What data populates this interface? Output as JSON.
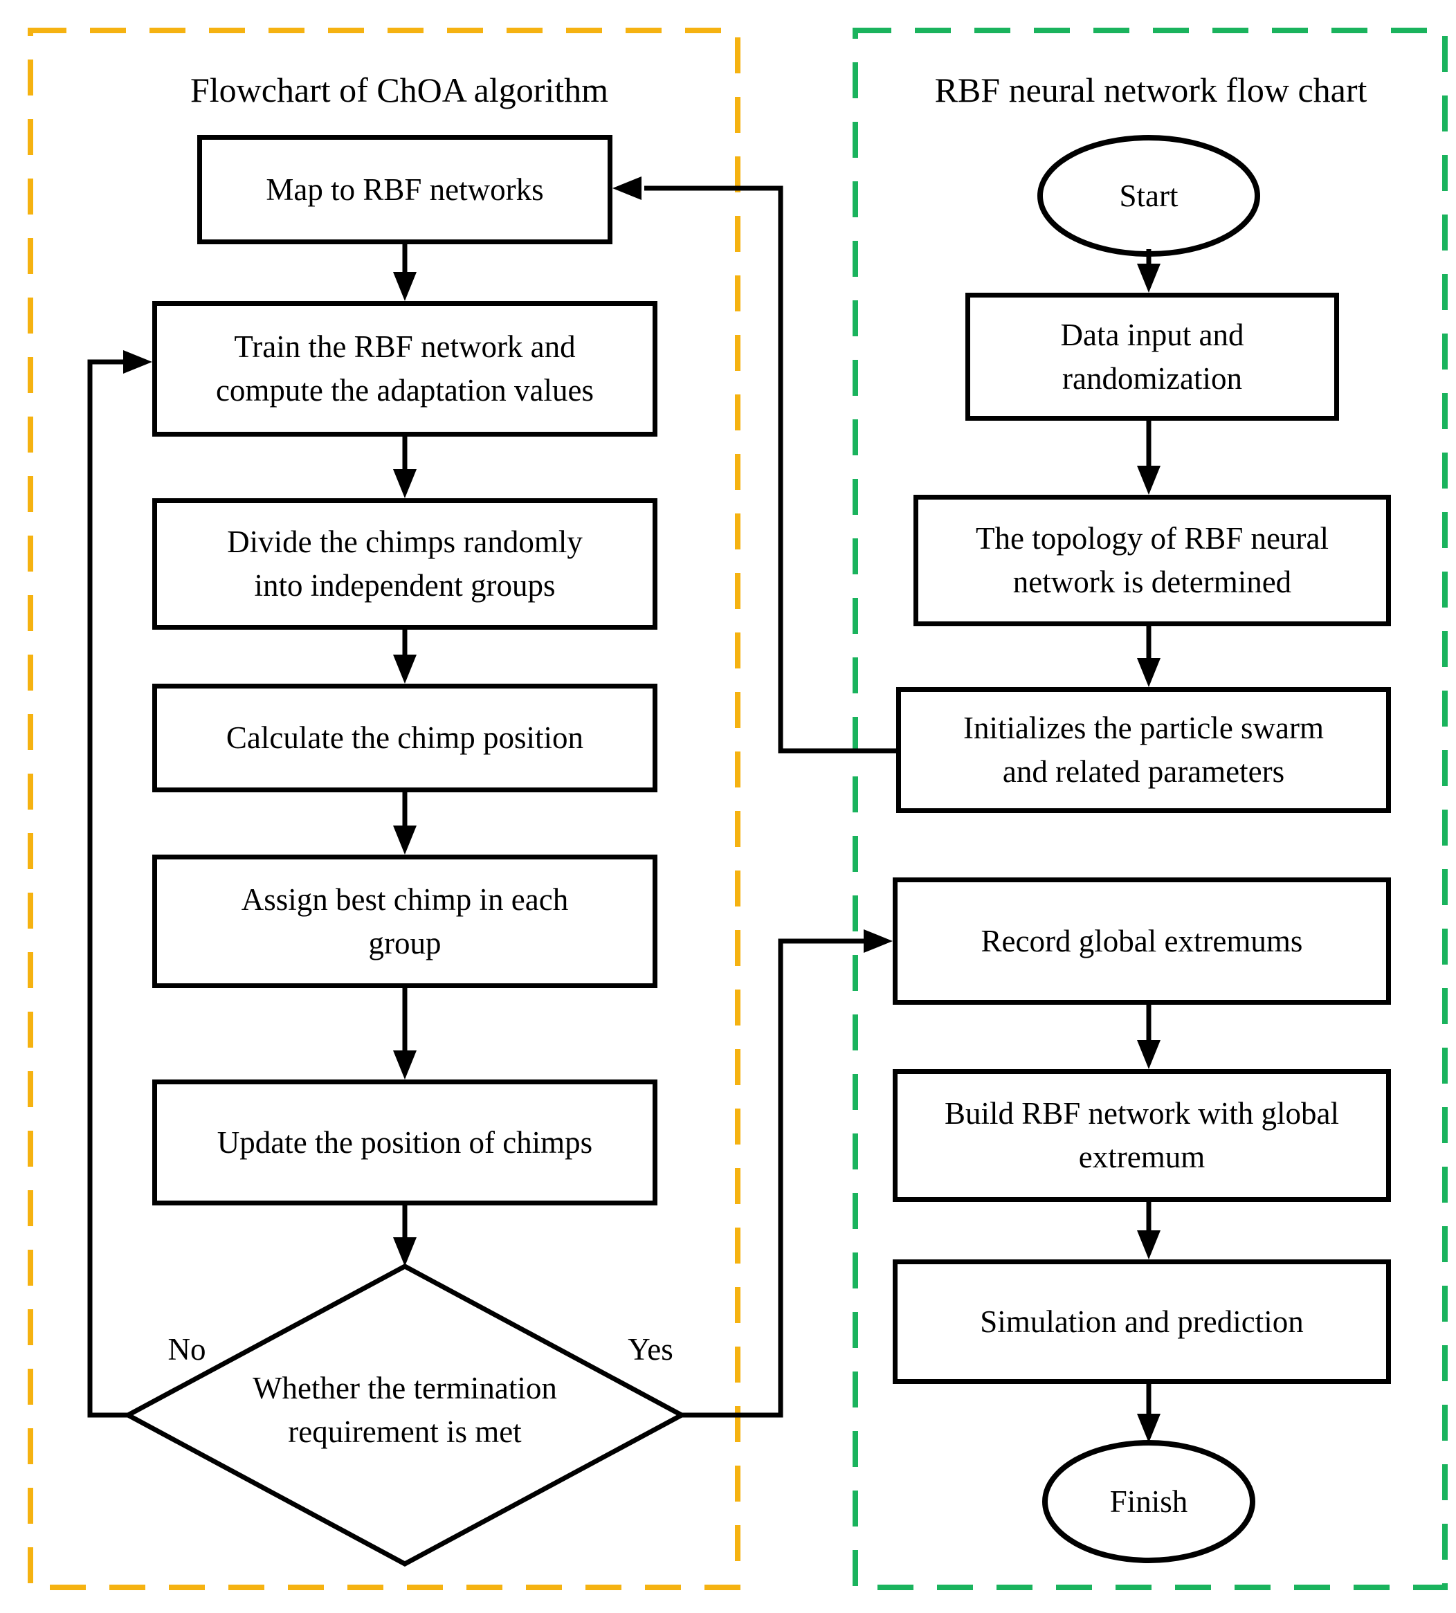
{
  "colors": {
    "left_border": "#F5B211",
    "right_border": "#1AB35D",
    "line": "#000000",
    "shape_fill": "#FFFFFF"
  },
  "left_panel": {
    "title": "Flowchart of ChOA algorithm",
    "map": {
      "line1": "Map to RBF networks"
    },
    "train": {
      "line1": "Train the RBF network and",
      "line2": "compute the adaptation values"
    },
    "divide": {
      "line1": "Divide the chimps randomly",
      "line2": "into independent groups"
    },
    "calculate": {
      "line1": "Calculate the chimp position"
    },
    "assign": {
      "line1": "Assign best chimp in each",
      "line2": "group"
    },
    "update": {
      "line1": "Update the position of chimps"
    },
    "decision": {
      "line1": "Whether the termination",
      "line2": "requirement is met",
      "no": "No",
      "yes": "Yes"
    }
  },
  "right_panel": {
    "title": "RBF neural network flow chart",
    "start": {
      "line1": "Start"
    },
    "data_input": {
      "line1": "Data input and",
      "line2": "randomization"
    },
    "topology": {
      "line1": "The topology of RBF neural",
      "line2": "network is determined"
    },
    "initialize": {
      "line1": "Initializes the particle swarm",
      "line2": "and related parameters"
    },
    "record": {
      "line1": "Record global extremums"
    },
    "build": {
      "line1": "Build RBF network with global",
      "line2": "extremum"
    },
    "simulation": {
      "line1": "Simulation and prediction"
    },
    "finish": {
      "line1": "Finish"
    }
  }
}
